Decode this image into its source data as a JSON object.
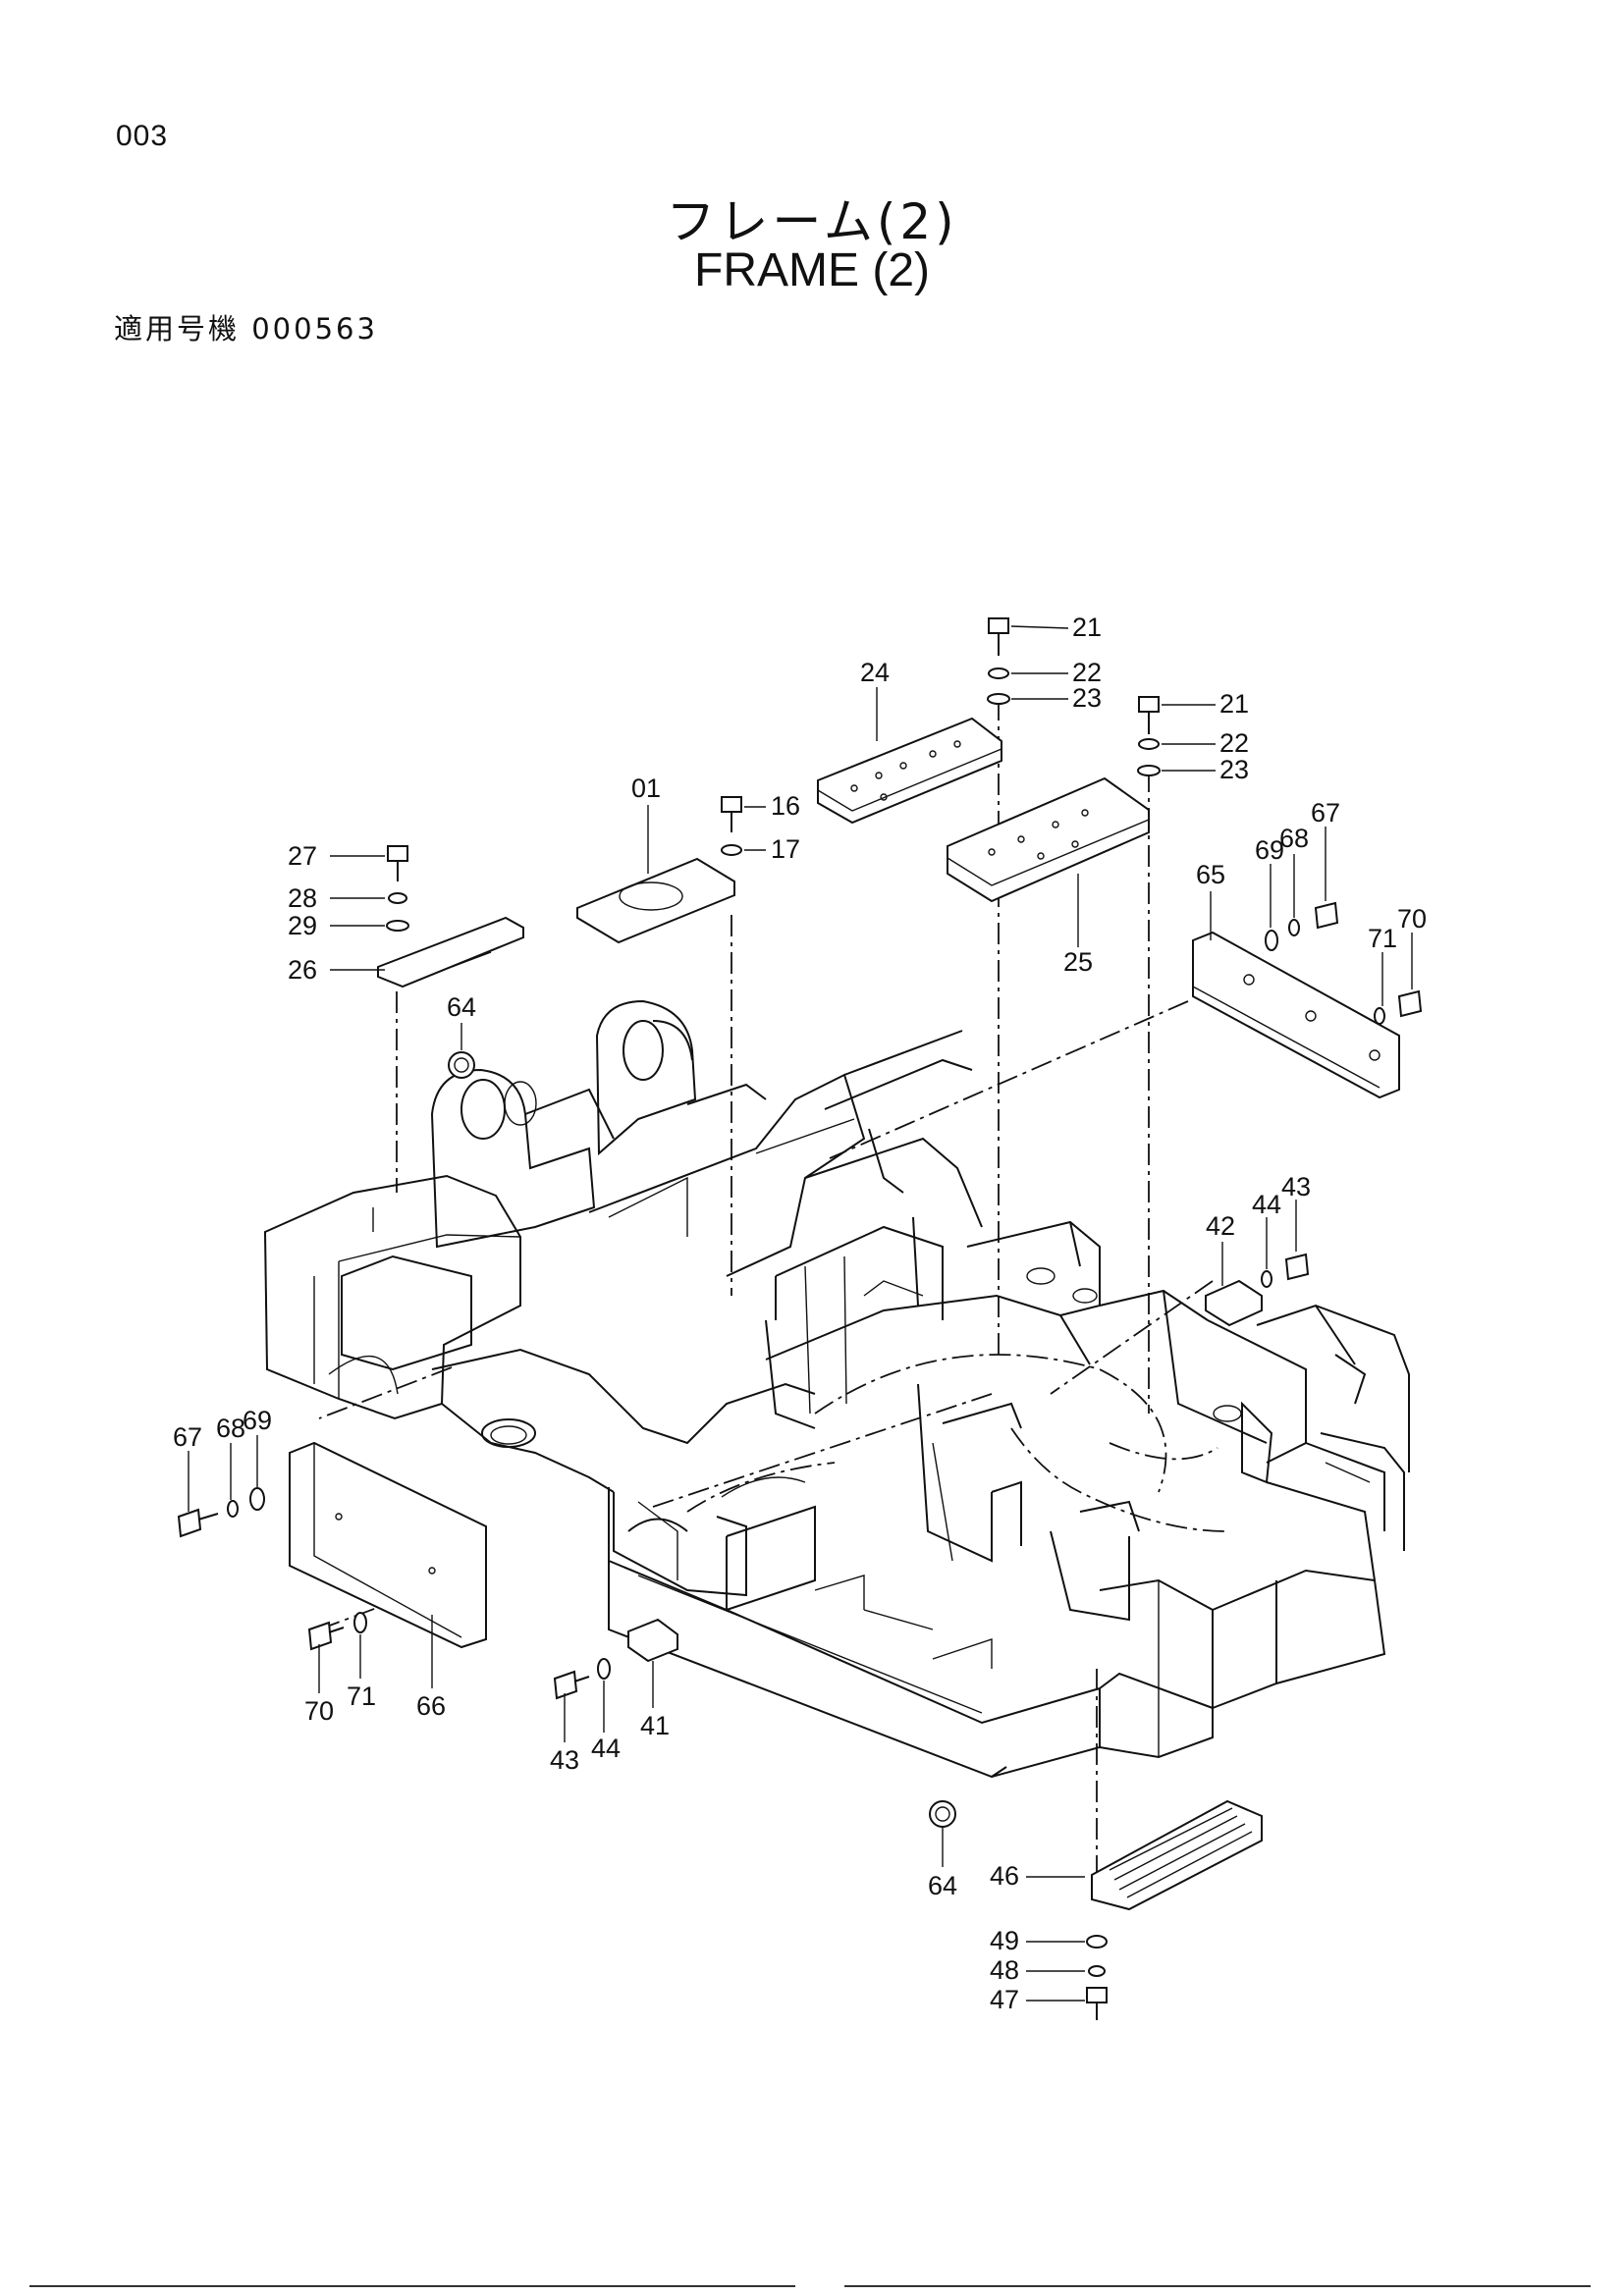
{
  "header": {
    "page_number": "003",
    "title_jp": "フレーム(2)",
    "title_en": "FRAME (2)",
    "applicable_serial": "適用号機 000563"
  },
  "diagram": {
    "callouts": [
      {
        "id": "c21a",
        "label": "21"
      },
      {
        "id": "c22a",
        "label": "22"
      },
      {
        "id": "c23a",
        "label": "23"
      },
      {
        "id": "c24",
        "label": "24"
      },
      {
        "id": "c21b",
        "label": "21"
      },
      {
        "id": "c22b",
        "label": "22"
      },
      {
        "id": "c23b",
        "label": "23"
      },
      {
        "id": "c01",
        "label": "01"
      },
      {
        "id": "c16",
        "label": "16"
      },
      {
        "id": "c17",
        "label": "17"
      },
      {
        "id": "c27",
        "label": "27"
      },
      {
        "id": "c28",
        "label": "28"
      },
      {
        "id": "c29",
        "label": "29"
      },
      {
        "id": "c26",
        "label": "26"
      },
      {
        "id": "c25",
        "label": "25"
      },
      {
        "id": "c65",
        "label": "65"
      },
      {
        "id": "c69r",
        "label": "69"
      },
      {
        "id": "c68r",
        "label": "68"
      },
      {
        "id": "c67r",
        "label": "67"
      },
      {
        "id": "c71r",
        "label": "71"
      },
      {
        "id": "c70r",
        "label": "70"
      },
      {
        "id": "c64a",
        "label": "64"
      },
      {
        "id": "c42",
        "label": "42"
      },
      {
        "id": "c44r",
        "label": "44"
      },
      {
        "id": "c43r",
        "label": "43"
      },
      {
        "id": "c67l",
        "label": "67"
      },
      {
        "id": "c68l",
        "label": "68"
      },
      {
        "id": "c69l",
        "label": "69"
      },
      {
        "id": "c70l",
        "label": "70"
      },
      {
        "id": "c71l",
        "label": "71"
      },
      {
        "id": "c66",
        "label": "66"
      },
      {
        "id": "c43l",
        "label": "43"
      },
      {
        "id": "c44l",
        "label": "44"
      },
      {
        "id": "c41",
        "label": "41"
      },
      {
        "id": "c64b",
        "label": "64"
      },
      {
        "id": "c46",
        "label": "46"
      },
      {
        "id": "c49",
        "label": "49"
      },
      {
        "id": "c48",
        "label": "48"
      },
      {
        "id": "c47",
        "label": "47"
      }
    ]
  }
}
